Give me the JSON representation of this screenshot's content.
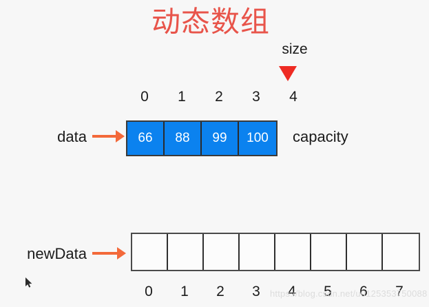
{
  "title": "动态数组",
  "labels": {
    "size": "size",
    "capacity": "capacity",
    "data": "data",
    "newdata": "newData"
  },
  "data_array": {
    "indices": [
      "0",
      "1",
      "2",
      "3",
      "4"
    ],
    "values": [
      "66",
      "88",
      "99",
      "100"
    ],
    "cell_color": "#0b82ef",
    "value_color": "#ffffff",
    "border_color": "#2b2b2b"
  },
  "newdata_array": {
    "indices": [
      "0",
      "1",
      "2",
      "3",
      "4",
      "5",
      "6",
      "7"
    ],
    "values": [
      "",
      "",
      "",
      "",
      "",
      "",
      "",
      ""
    ],
    "cell_color": "#fcfcfc",
    "border_color": "#2e2e2e"
  },
  "markers": {
    "size_marker_color": "#ee2b23",
    "arrow_color": "#f3693a",
    "title_color": "#e8544a"
  },
  "watermark": "https://blog.csdn.net/u0125353750088"
}
